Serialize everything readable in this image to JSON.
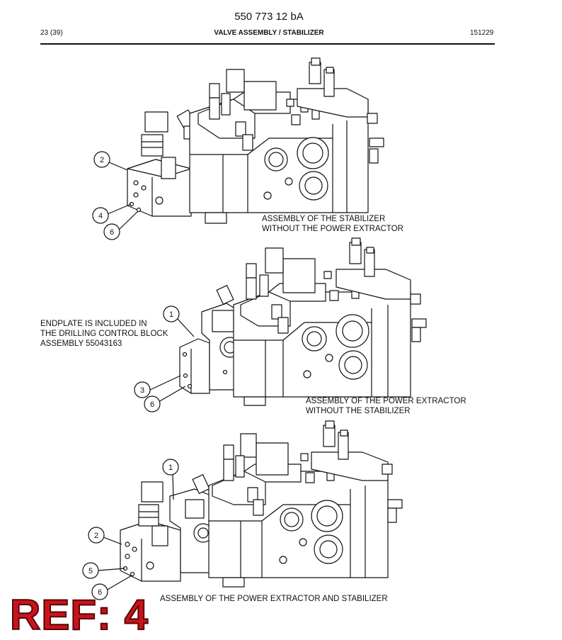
{
  "header": {
    "document_number": "550 773 12 bA",
    "page": "23 (39)",
    "title": "VALVE ASSEMBLY / STABILIZER",
    "code": "151229"
  },
  "figures": [
    {
      "caption_line1": "ASSEMBLY OF THE STABILIZER",
      "caption_line2": "WITHOUT THE POWER EXTRACTOR",
      "callouts": [
        "2",
        "4",
        "6"
      ]
    },
    {
      "caption_line1": "ASSEMBLY OF THE POWER EXTRACTOR",
      "caption_line2": "WITHOUT THE STABILIZER",
      "note_line1": "ENDPLATE IS INCLUDED IN",
      "note_line2": "THE DRILLING CONTROL BLOCK",
      "note_line3": "ASSEMBLY 55043163",
      "callouts": [
        "1",
        "3",
        "6"
      ]
    },
    {
      "caption_line1": "ASSEMBLY OF THE POWER EXTRACTOR AND STABILIZER",
      "callouts": [
        "1",
        "2",
        "5",
        "6"
      ]
    }
  ],
  "reference_label": "REF: 4"
}
